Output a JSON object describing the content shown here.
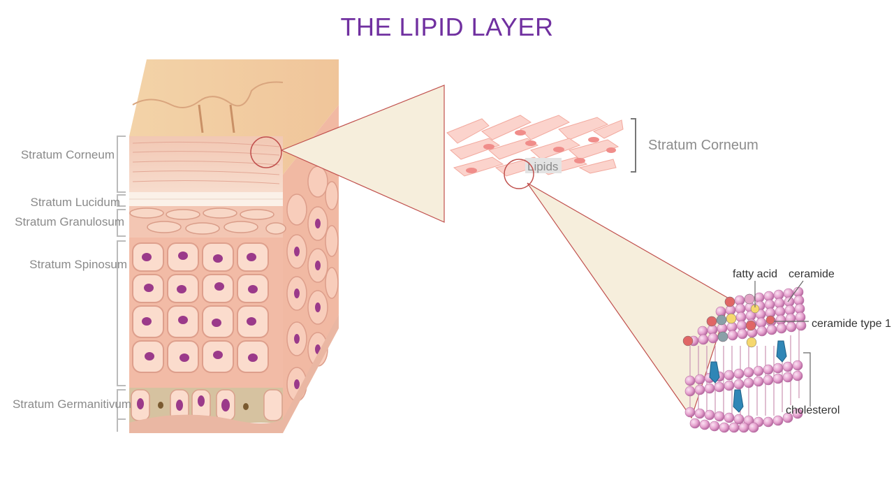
{
  "title": "THE LIPID LAYER",
  "skin_layers": [
    "Stratum Corneum",
    "Stratum Lucidum",
    "Stratum Granulosum",
    "Stratum Spinosum",
    "Stratum Germanitivum"
  ],
  "zoom_label": "Stratum Corneum",
  "lipids_label": "Lipids",
  "molecule_labels": {
    "fatty_acid": "fatty acid",
    "ceramide": "ceramide",
    "ceramide_type_1": "ceramide type 1",
    "cholesterol": "cholesterol"
  },
  "colors": {
    "title": "#7030a0",
    "label": "#8a8a8a",
    "callout_fill": "#f6eedc",
    "callout_stroke": "#c0504d",
    "cell_nucleus": "#9b3a8a",
    "lipid_head": "#e6a3cf"
  }
}
